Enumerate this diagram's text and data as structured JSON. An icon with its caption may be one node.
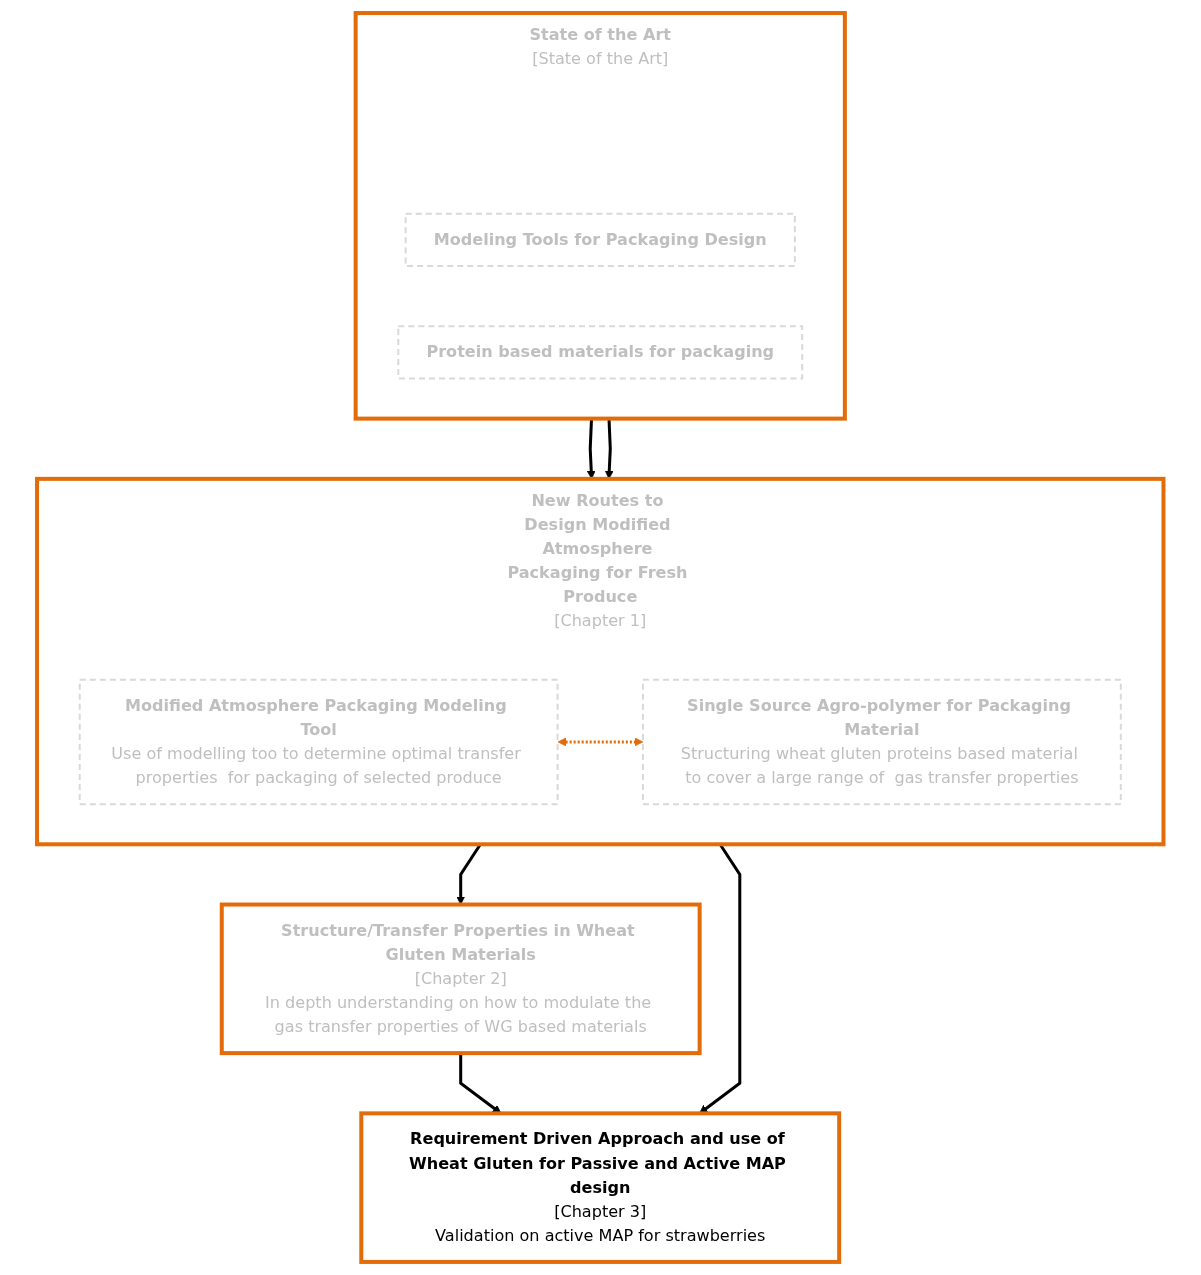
{
  "diagram": {
    "nodes": [
      {
        "text": [
          "State of the Art",
          "[State of the Art]"
        ]
      },
      {
        "text": [
          "Modeling Tools for Packaging Design"
        ],
        "in": 0
      },
      {
        "text": [
          "Protein based materials for packaging"
        ],
        "in": 0
      },
      {
        "text": [
          "New Routes to Design Modified Atmosphere Packaging for Fresh Produce",
          "[Chapter 1]"
        ]
      },
      {
        "text": [
          "Modified Atmosphere Packaging Modeling Tool",
          "Use of modelling too to determine optimal transfer properties  for packaging of selected produce"
        ],
        "in": 3
      },
      {
        "text": [
          "Single Source Agro-polymer for Packaging Material",
          "Structuring wheat gluten proteins based material to cover a large range of  gas transfer properties"
        ],
        "in": 3
      },
      {
        "text": [
          "Structure/Transfer Properties in Wheat Gluten Materials",
          "[Chapter 2]",
          "In depth understanding on how to modulate the gas transfer properties of WG based materials"
        ]
      },
      {
        "text": [
          "Requirement Driven Approach and use of Wheat Gluten for Passive and Active MAP design",
          "[Chapter 3]",
          "Validation on active MAP for strawberries"
        ]
      }
    ],
    "edges": [
      {
        "from": 0,
        "to": 3,
        "arrow": "to"
      },
      {
        "from": 0,
        "to": 3,
        "arrow": "to"
      },
      {
        "from": 4,
        "to": 5,
        "arrow": "both",
        "style": "dashed",
        "color": "#e36c0a"
      },
      {
        "from": 3,
        "to": 7,
        "arrow": "to"
      },
      {
        "from": 3,
        "to": 6,
        "arrow": "to"
      },
      {
        "from": 6,
        "to": 7,
        "arrow": "to"
      }
    ]
  }
}
